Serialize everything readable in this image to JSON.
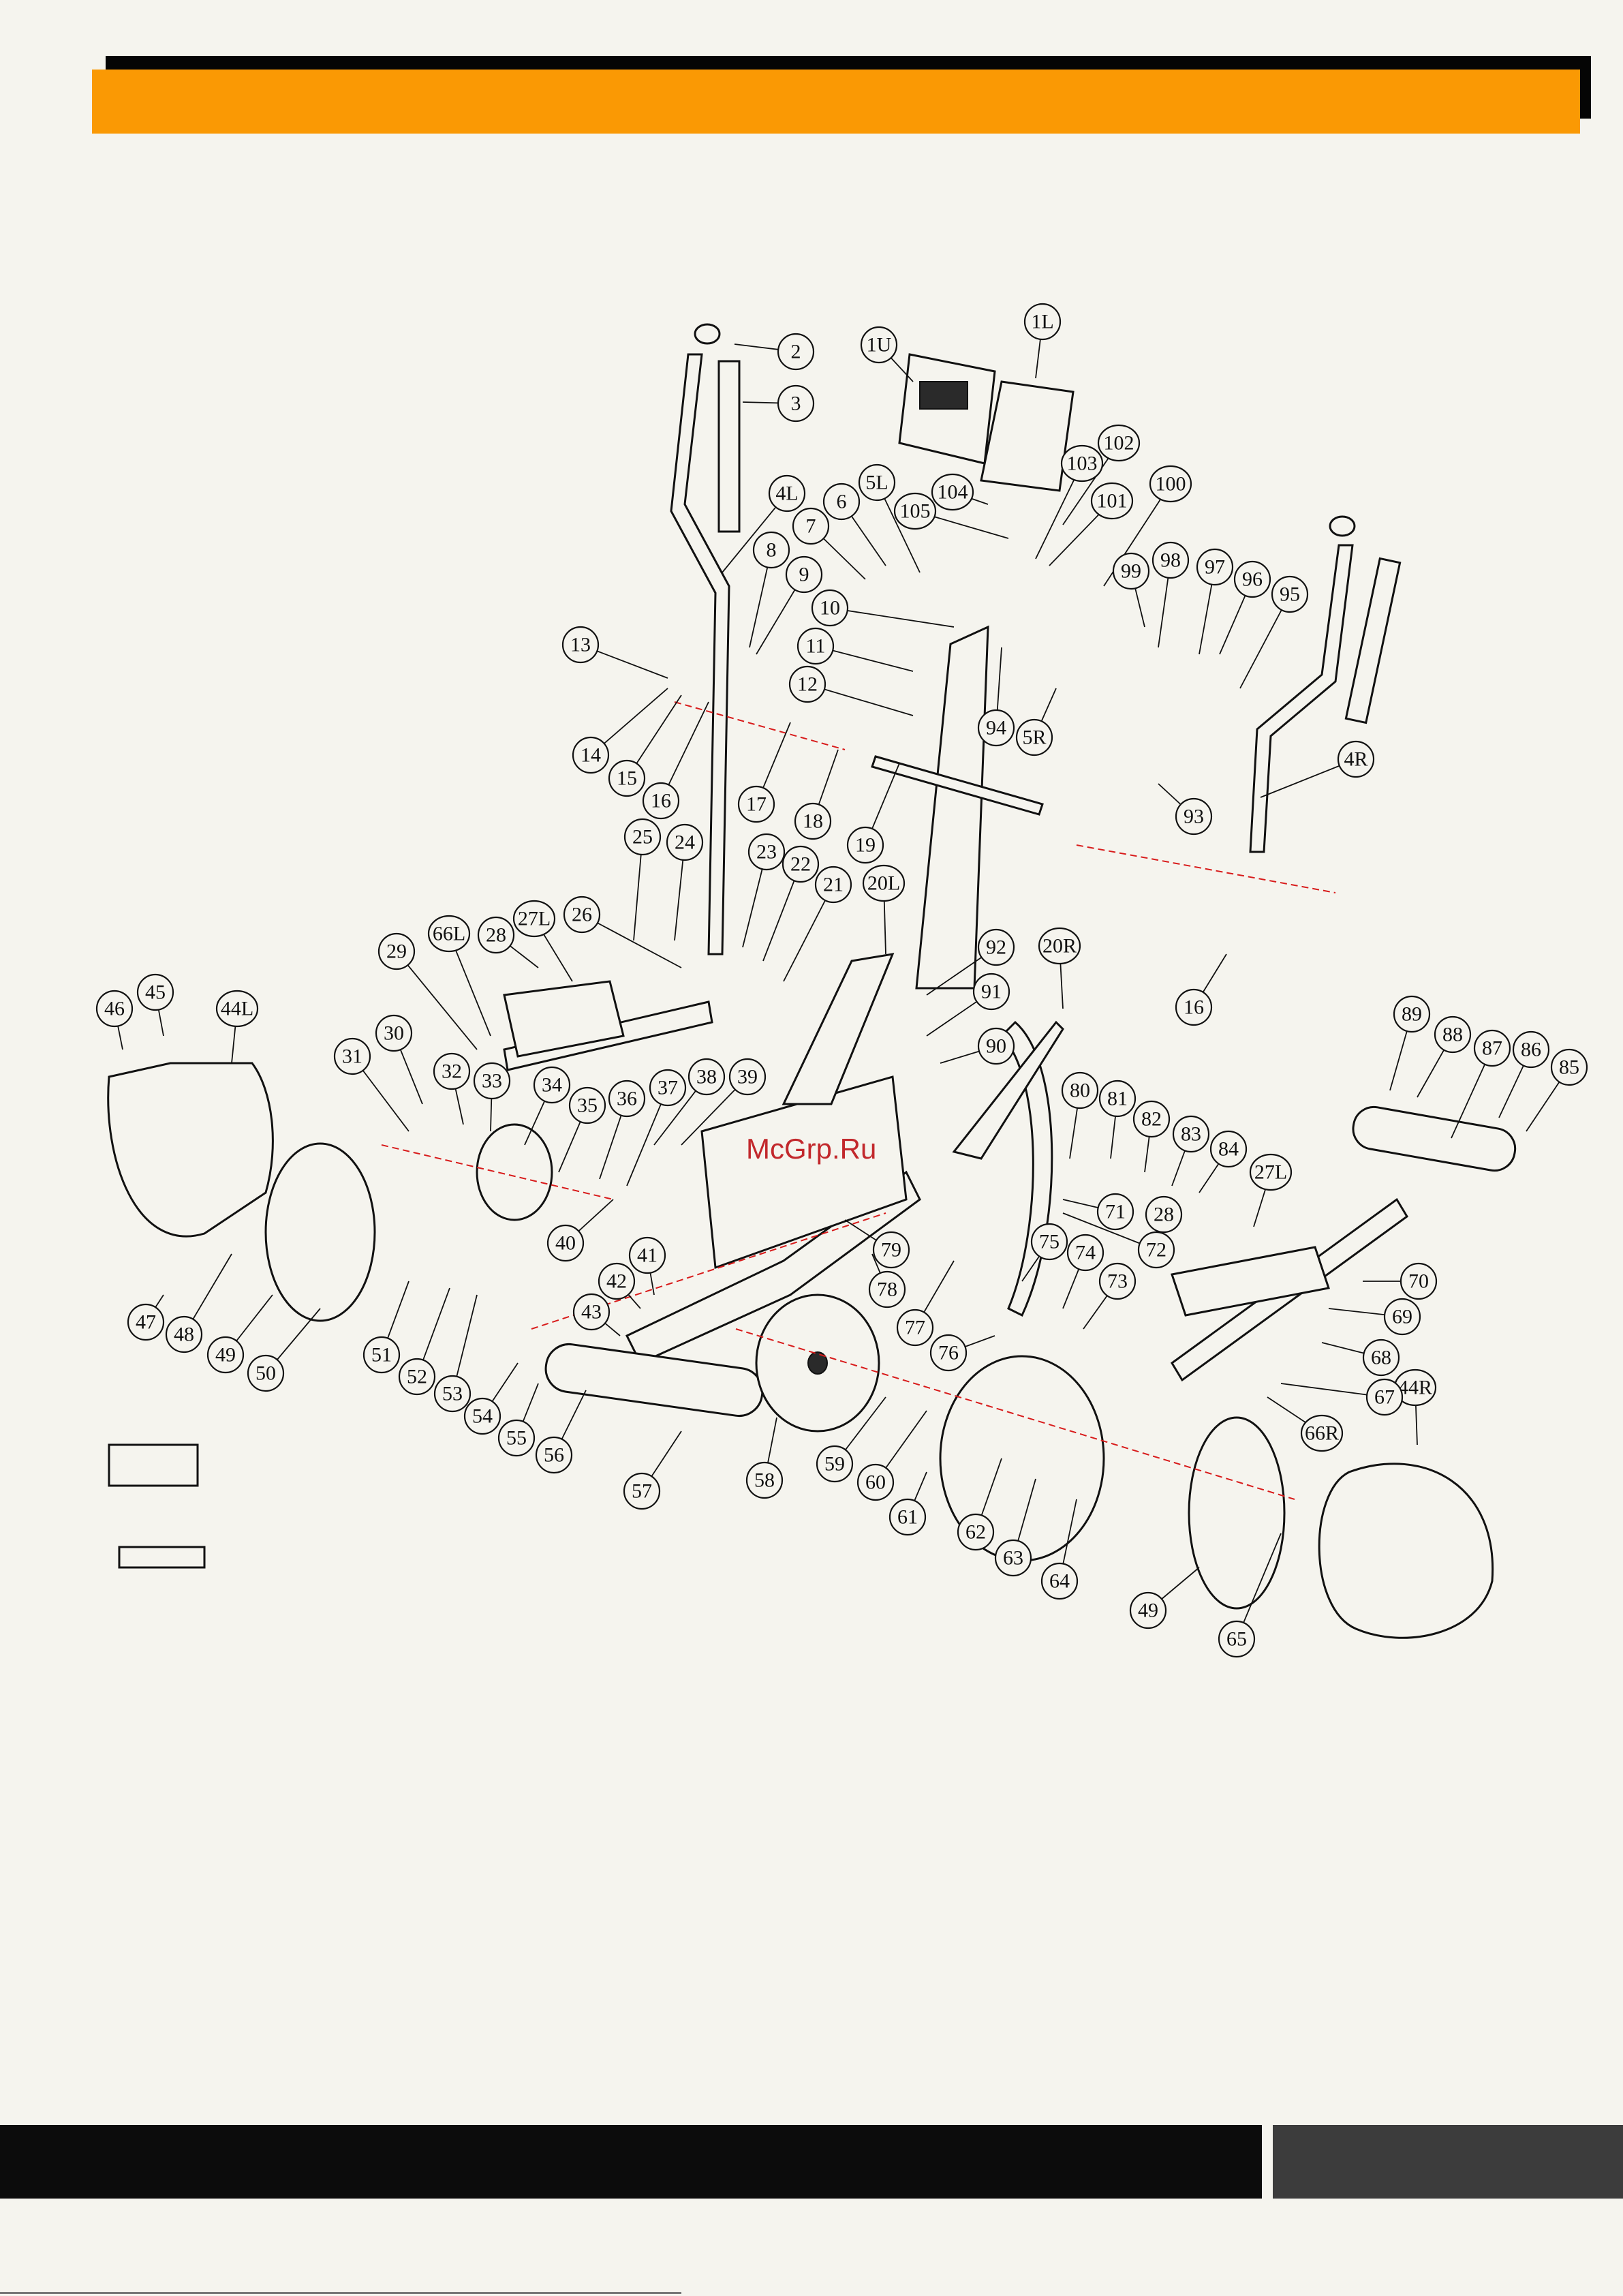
{
  "watermark": "McGrp.Ru",
  "colors": {
    "header": "#fa9904",
    "background": "#f5f4ee",
    "footer": "#0c0c0c",
    "footer_tab": "#3c3c3c",
    "assembly_lines": "#d81b1b"
  },
  "callouts": [
    {
      "id": "2",
      "label": "2"
    },
    {
      "id": "3",
      "label": "3"
    },
    {
      "id": "1U",
      "label": "1U"
    },
    {
      "id": "1L",
      "label": "1L"
    },
    {
      "id": "102",
      "label": "102"
    },
    {
      "id": "103",
      "label": "103"
    },
    {
      "id": "104",
      "label": "104"
    },
    {
      "id": "105",
      "label": "105"
    },
    {
      "id": "101",
      "label": "101"
    },
    {
      "id": "100",
      "label": "100"
    },
    {
      "id": "4L",
      "label": "4L"
    },
    {
      "id": "5L",
      "label": "5L"
    },
    {
      "id": "6",
      "label": "6"
    },
    {
      "id": "7",
      "label": "7"
    },
    {
      "id": "8",
      "label": "8"
    },
    {
      "id": "9",
      "label": "9"
    },
    {
      "id": "10",
      "label": "10"
    },
    {
      "id": "11",
      "label": "11"
    },
    {
      "id": "12",
      "label": "12"
    },
    {
      "id": "13",
      "label": "13"
    },
    {
      "id": "14",
      "label": "14"
    },
    {
      "id": "15",
      "label": "15"
    },
    {
      "id": "16a",
      "label": "16"
    },
    {
      "id": "17",
      "label": "17"
    },
    {
      "id": "18",
      "label": "18"
    },
    {
      "id": "19",
      "label": "19"
    },
    {
      "id": "99",
      "label": "99"
    },
    {
      "id": "98",
      "label": "98"
    },
    {
      "id": "97",
      "label": "97"
    },
    {
      "id": "96",
      "label": "96"
    },
    {
      "id": "95",
      "label": "95"
    },
    {
      "id": "94",
      "label": "94"
    },
    {
      "id": "5R",
      "label": "5R"
    },
    {
      "id": "4R",
      "label": "4R"
    },
    {
      "id": "93",
      "label": "93"
    },
    {
      "id": "25",
      "label": "25"
    },
    {
      "id": "24",
      "label": "24"
    },
    {
      "id": "23",
      "label": "23"
    },
    {
      "id": "22",
      "label": "22"
    },
    {
      "id": "21",
      "label": "21"
    },
    {
      "id": "20L",
      "label": "20L"
    },
    {
      "id": "92",
      "label": "92"
    },
    {
      "id": "20R",
      "label": "20R"
    },
    {
      "id": "16b",
      "label": "16"
    },
    {
      "id": "29",
      "label": "29"
    },
    {
      "id": "66L",
      "label": "66L"
    },
    {
      "id": "28a",
      "label": "28"
    },
    {
      "id": "27La",
      "label": "27L"
    },
    {
      "id": "26",
      "label": "26"
    },
    {
      "id": "91",
      "label": "91"
    },
    {
      "id": "90",
      "label": "90"
    },
    {
      "id": "89",
      "label": "89"
    },
    {
      "id": "88",
      "label": "88"
    },
    {
      "id": "87",
      "label": "87"
    },
    {
      "id": "86",
      "label": "86"
    },
    {
      "id": "85",
      "label": "85"
    },
    {
      "id": "46",
      "label": "46"
    },
    {
      "id": "45",
      "label": "45"
    },
    {
      "id": "44L",
      "label": "44L"
    },
    {
      "id": "30",
      "label": "30"
    },
    {
      "id": "31",
      "label": "31"
    },
    {
      "id": "32",
      "label": "32"
    },
    {
      "id": "33",
      "label": "33"
    },
    {
      "id": "34",
      "label": "34"
    },
    {
      "id": "35",
      "label": "35"
    },
    {
      "id": "36",
      "label": "36"
    },
    {
      "id": "37",
      "label": "37"
    },
    {
      "id": "38",
      "label": "38"
    },
    {
      "id": "39",
      "label": "39"
    },
    {
      "id": "80",
      "label": "80"
    },
    {
      "id": "81",
      "label": "81"
    },
    {
      "id": "82",
      "label": "82"
    },
    {
      "id": "83",
      "label": "83"
    },
    {
      "id": "84",
      "label": "84"
    },
    {
      "id": "27Lb",
      "label": "27L"
    },
    {
      "id": "71",
      "label": "71"
    },
    {
      "id": "28b",
      "label": "28"
    },
    {
      "id": "72",
      "label": "72"
    },
    {
      "id": "40",
      "label": "40"
    },
    {
      "id": "79",
      "label": "79"
    },
    {
      "id": "75",
      "label": "75"
    },
    {
      "id": "74",
      "label": "74"
    },
    {
      "id": "73",
      "label": "73"
    },
    {
      "id": "70",
      "label": "70"
    },
    {
      "id": "69",
      "label": "69"
    },
    {
      "id": "41",
      "label": "41"
    },
    {
      "id": "42",
      "label": "42"
    },
    {
      "id": "43",
      "label": "43"
    },
    {
      "id": "78",
      "label": "78"
    },
    {
      "id": "77",
      "label": "77"
    },
    {
      "id": "76",
      "label": "76"
    },
    {
      "id": "68",
      "label": "68"
    },
    {
      "id": "44R",
      "label": "44R"
    },
    {
      "id": "47",
      "label": "47"
    },
    {
      "id": "48",
      "label": "48"
    },
    {
      "id": "49a",
      "label": "49"
    },
    {
      "id": "50",
      "label": "50"
    },
    {
      "id": "51",
      "label": "51"
    },
    {
      "id": "52",
      "label": "52"
    },
    {
      "id": "53",
      "label": "53"
    },
    {
      "id": "54",
      "label": "54"
    },
    {
      "id": "55",
      "label": "55"
    },
    {
      "id": "56",
      "label": "56"
    },
    {
      "id": "67",
      "label": "67"
    },
    {
      "id": "66R",
      "label": "66R"
    },
    {
      "id": "57",
      "label": "57"
    },
    {
      "id": "58",
      "label": "58"
    },
    {
      "id": "59",
      "label": "59"
    },
    {
      "id": "60",
      "label": "60"
    },
    {
      "id": "61",
      "label": "61"
    },
    {
      "id": "62",
      "label": "62"
    },
    {
      "id": "63",
      "label": "63"
    },
    {
      "id": "64",
      "label": "64"
    },
    {
      "id": "49b",
      "label": "49"
    },
    {
      "id": "65",
      "label": "65"
    }
  ]
}
